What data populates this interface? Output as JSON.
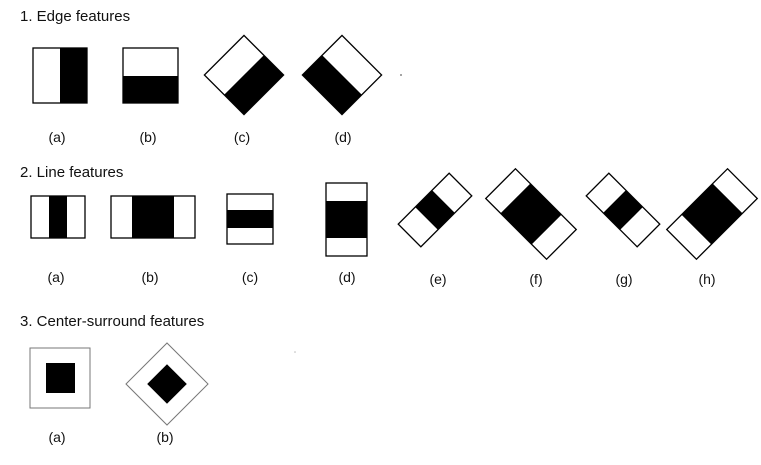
{
  "sections": [
    {
      "title": "1. Edge features",
      "labels": [
        "(a)",
        "(b)",
        "(c)",
        "(d)"
      ]
    },
    {
      "title": "2. Line features",
      "labels": [
        "(a)",
        "(b)",
        "(c)",
        "(d)",
        "(e)",
        "(f)",
        "(g)",
        "(h)"
      ]
    },
    {
      "title": "3. Center-surround features",
      "labels": [
        "(a)",
        "(b)"
      ]
    }
  ]
}
